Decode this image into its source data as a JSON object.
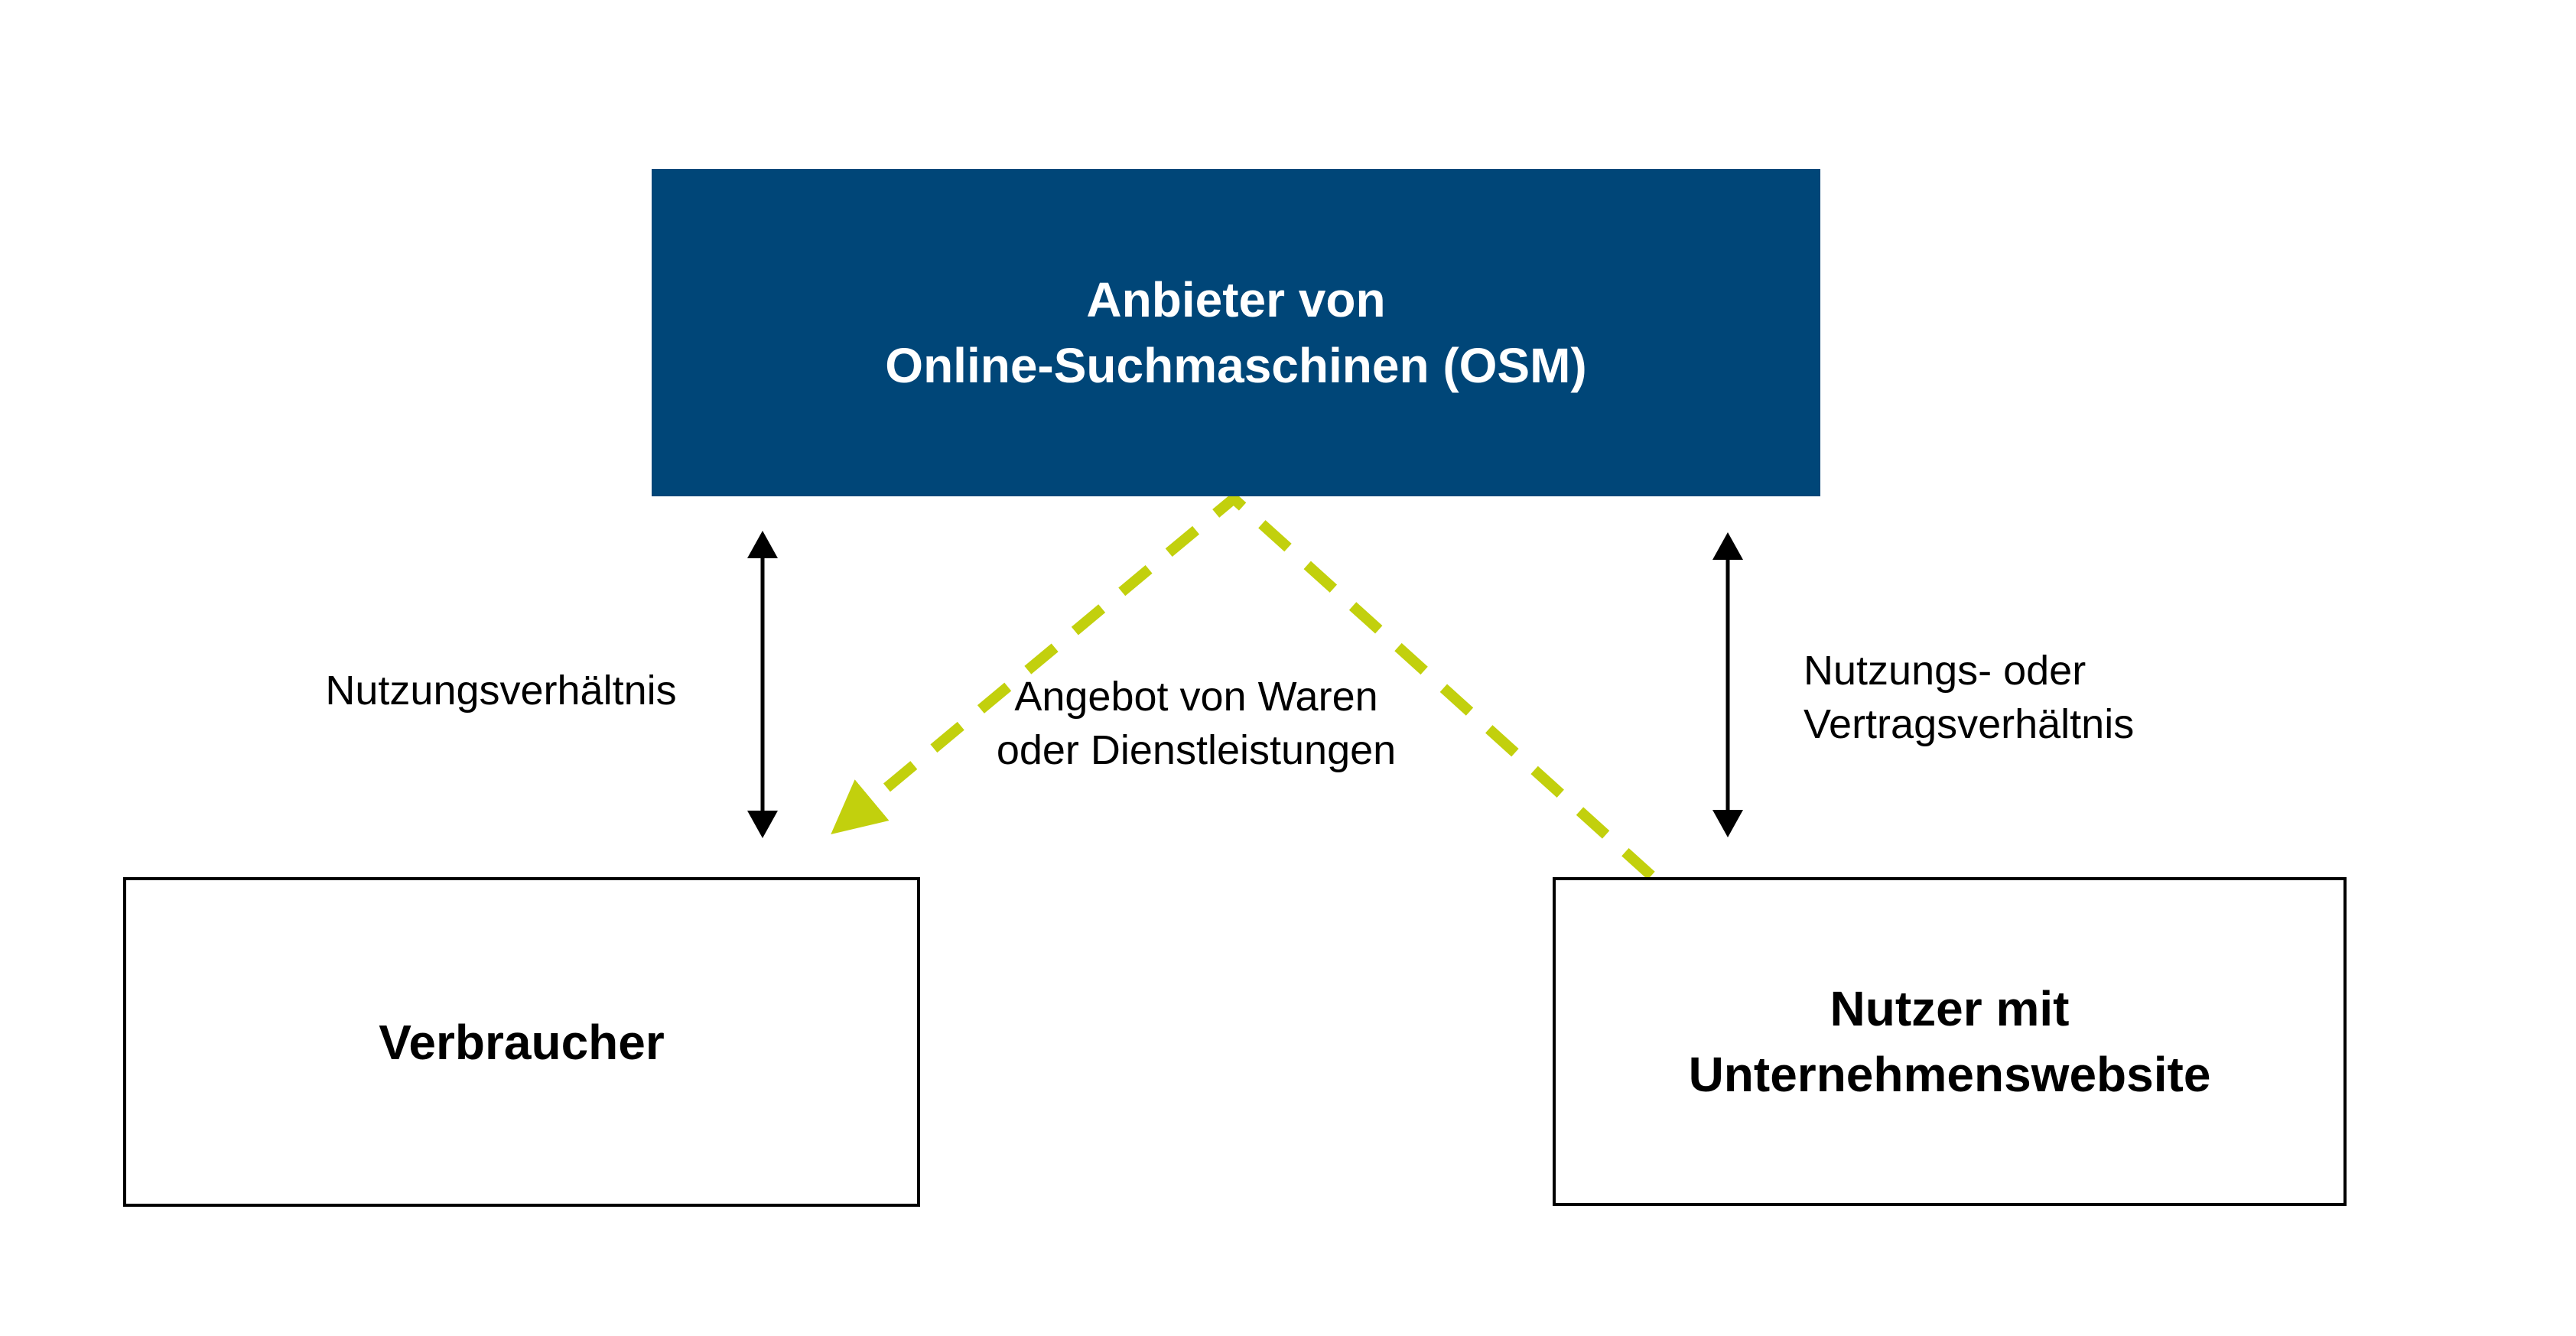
{
  "diagram": {
    "nodes": {
      "provider": {
        "line1": "Anbieter von",
        "line2": "Online-Suchmaschinen (OSM)"
      },
      "consumer": {
        "label": "Verbraucher"
      },
      "business_user": {
        "line1": "Nutzer mit",
        "line2": "Unternehmenswebsite"
      }
    },
    "edges": {
      "consumer_relation": {
        "label": "Nutzungsverhältnis",
        "style": "double-headed-arrow"
      },
      "business_relation": {
        "line1": "Nutzungs- oder",
        "line2": "Vertragsverhältnis",
        "style": "double-headed-arrow"
      },
      "offer": {
        "line1": "Angebot von Waren",
        "line2": "oder Dienstleistungen",
        "style": "dashed-arrow"
      }
    },
    "colors": {
      "provider_box": "#004678",
      "provider_text": "#ffffff",
      "offer_arrow": "#c2d00d",
      "relation_arrow": "#000000",
      "box_border": "#000000",
      "label_text": "#000000",
      "background": "#ffffff"
    }
  }
}
